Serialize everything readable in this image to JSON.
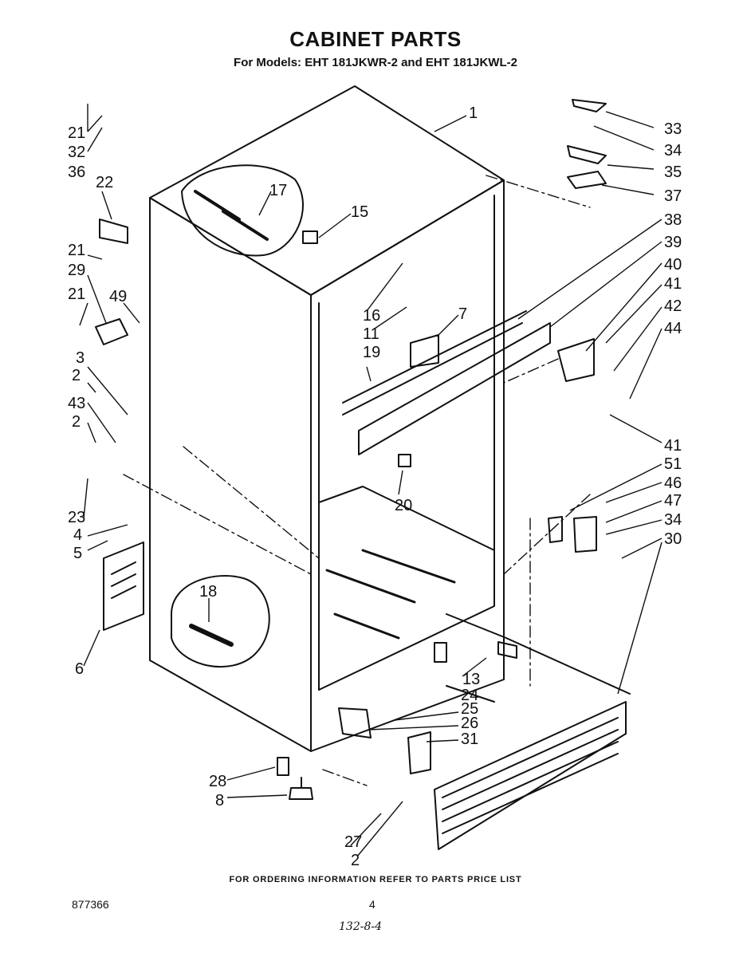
{
  "header": {
    "title": "CABINET PARTS",
    "subtitle": "For Models: EHT 181JKWR-2 and EHT 181JKWL-2"
  },
  "callouts": [
    "1",
    "2",
    "3",
    "4",
    "5",
    "6",
    "7",
    "8",
    "11",
    "13",
    "15",
    "16",
    "17",
    "18",
    "19",
    "20",
    "21",
    "22",
    "23",
    "24",
    "25",
    "26",
    "27",
    "28",
    "29",
    "30",
    "31",
    "32",
    "33",
    "34",
    "35",
    "36",
    "37",
    "38",
    "39",
    "40",
    "41",
    "42",
    "43",
    "44",
    "46",
    "47",
    "49",
    "51"
  ],
  "footer": {
    "ordering_note": "FOR ORDERING INFORMATION REFER TO PARTS PRICE LIST",
    "doc_number": "877366",
    "page_number": "4",
    "handwritten_note": "132-8-4"
  }
}
